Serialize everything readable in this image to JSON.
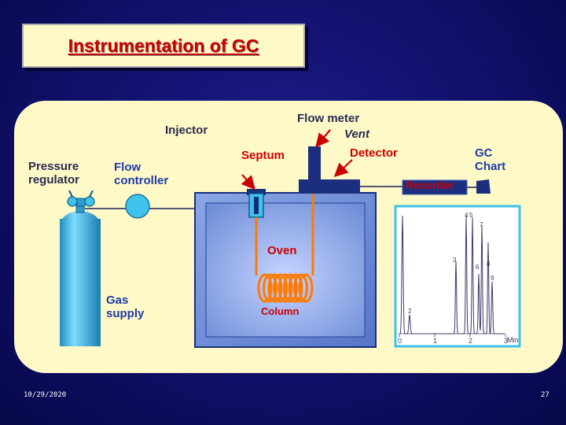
{
  "slide": {
    "title": "Instrumentation of GC",
    "date": "10/29/2020",
    "page_number": "27"
  },
  "labels": {
    "pressure_regulator": "Pressure\nregulator",
    "flow_controller": "Flow\ncontroller",
    "injector": "Injector",
    "septum": "Septum",
    "flow_meter": "Flow meter",
    "vent": "Vent",
    "detector": "Detector",
    "gc_chart": "GC\nChart",
    "recorder": "Recorder",
    "oven": "Oven",
    "column": "Column",
    "gas_supply": "Gas\nsupply"
  },
  "chromatogram": {
    "peak_numbers": [
      "2",
      "3",
      "4",
      "5",
      "6",
      "7",
      "8",
      "9"
    ],
    "axis_ticks": [
      "0",
      "1",
      "2",
      "3"
    ],
    "axis_unit": "Min"
  },
  "colors": {
    "label_dark": "#2a2a50",
    "label_red": "#cc0000",
    "label_blue": "#1f3ba8",
    "oven_blue": "#6e8fd8",
    "column_orange": "#ff7a00",
    "cylinder_cyan": "#3fc2ec"
  }
}
